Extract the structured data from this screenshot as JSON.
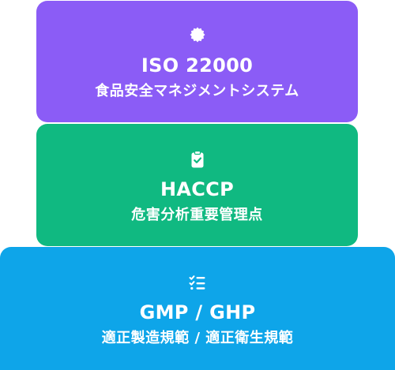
{
  "pyramid": {
    "tiers": [
      {
        "title": "ISO 22000",
        "subtitle": "食品安全マネジメントシステム",
        "icon": "badge-icon",
        "color": "#8b5cf6"
      },
      {
        "title": "HACCP",
        "subtitle": "危害分析重要管理点",
        "icon": "clipboard-check-icon",
        "color": "#10b981"
      },
      {
        "title": "GMP / GHP",
        "subtitle": "適正製造規範 / 適正衛生規範",
        "icon": "checklist-icon",
        "color": "#0ea5e9"
      }
    ]
  }
}
